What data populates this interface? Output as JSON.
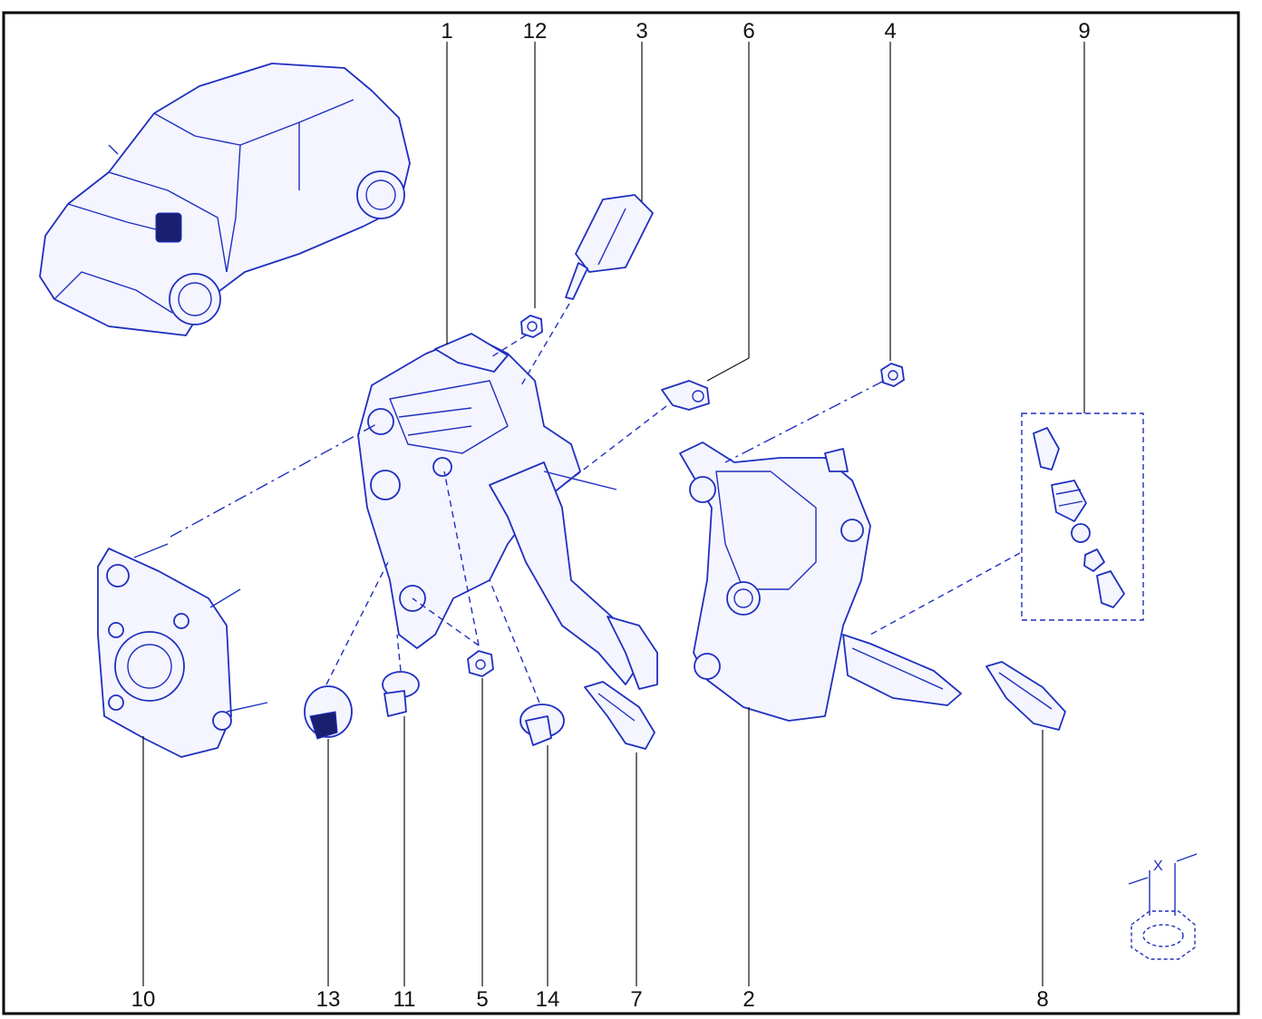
{
  "callouts": {
    "n1": "1",
    "n2": "2",
    "n3": "3",
    "n4": "4",
    "n5": "5",
    "n6": "6",
    "n7": "7",
    "n8": "8",
    "n9": "9",
    "n10": "10",
    "n11": "11",
    "n12": "12",
    "n13": "13",
    "n14": "14"
  },
  "detail_label": "X",
  "colors": {
    "line": "#1f2fbf",
    "text": "#111111",
    "frame": "#000000"
  }
}
